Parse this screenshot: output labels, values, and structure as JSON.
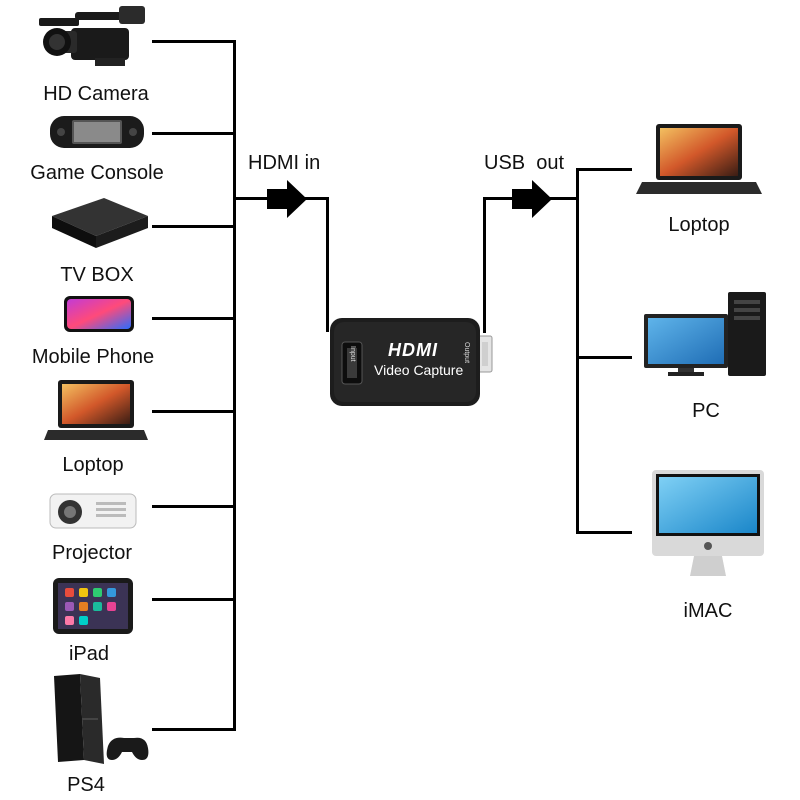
{
  "inputs": [
    {
      "label": "HD Camera",
      "icon": "video-camera-icon"
    },
    {
      "label": "Game Console",
      "icon": "handheld-console-icon"
    },
    {
      "label": "TV BOX",
      "icon": "tv-box-icon"
    },
    {
      "label": "Mobile Phone",
      "icon": "smartphone-icon"
    },
    {
      "label": "Loptop",
      "icon": "laptop-icon"
    },
    {
      "label": "Projector",
      "icon": "projector-icon"
    },
    {
      "label": "iPad",
      "icon": "tablet-icon"
    },
    {
      "label": "PS4",
      "icon": "game-console-icon"
    }
  ],
  "hdmi_in_label": "HDMI in",
  "usb_out_label": "USB  out",
  "capture_device": {
    "brand": "HDMI",
    "subtitle": "Video Capture",
    "input_port": "Input",
    "output_port": "Output"
  },
  "outputs": [
    {
      "label": "Loptop",
      "icon": "laptop-icon"
    },
    {
      "label": "PC",
      "icon": "desktop-pc-icon"
    },
    {
      "label": "iMAC",
      "icon": "imac-icon"
    }
  ]
}
